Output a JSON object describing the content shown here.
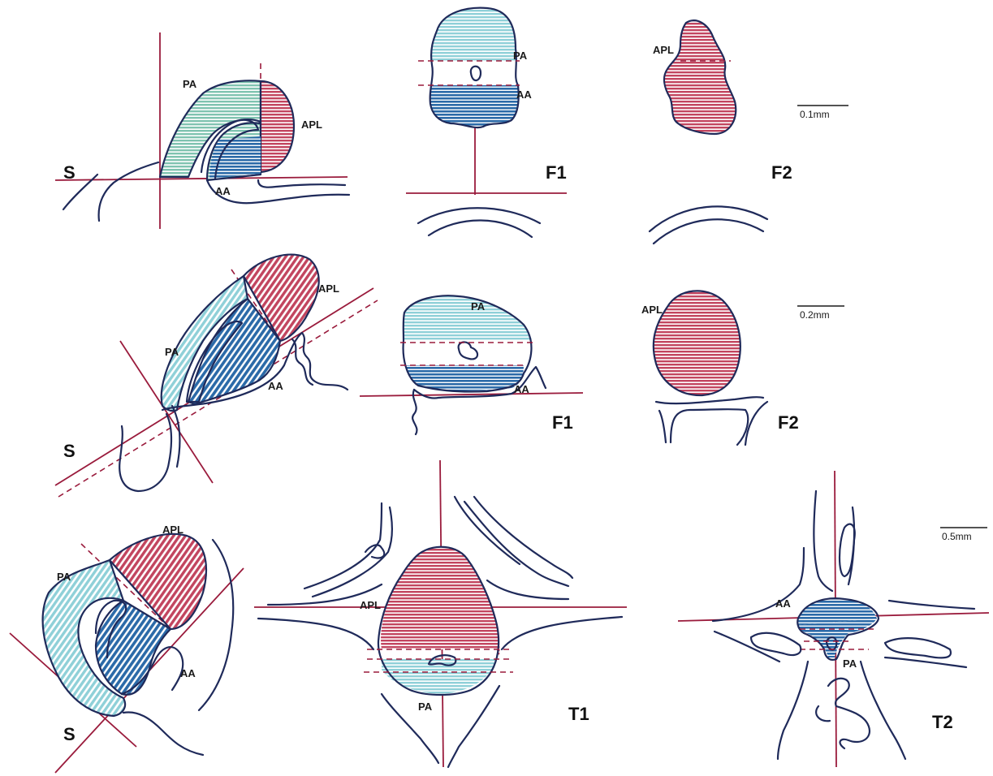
{
  "colors": {
    "apl": "#c2455f",
    "pa": "#8fd0d8",
    "aa": "#2b6aa8",
    "axis": "#9a1b3c",
    "outline": "#1f2a5a"
  },
  "row1": {
    "sagittal": {
      "view": "S",
      "pa": "PA",
      "apl": "APL",
      "aa": "AA"
    },
    "frontal1": {
      "view": "F1",
      "pa": "PA",
      "aa": "AA"
    },
    "frontal2": {
      "view": "F2",
      "apl": "APL"
    },
    "scale": "0.1mm"
  },
  "row2": {
    "sagittal": {
      "view": "S",
      "pa": "PA",
      "apl": "APL",
      "aa": "AA"
    },
    "frontal1": {
      "view": "F1",
      "pa": "PA",
      "aa": "AA"
    },
    "frontal2": {
      "view": "F2",
      "apl": "APL"
    },
    "scale": "0.2mm"
  },
  "row3": {
    "sagittal": {
      "view": "S",
      "pa": "PA",
      "apl": "APL",
      "aa": "AA"
    },
    "transverse1": {
      "view": "T1",
      "apl": "APL",
      "pa": "PA"
    },
    "transverse2": {
      "view": "T2",
      "aa": "AA",
      "pa": "PA"
    },
    "scale": "0.5mm"
  }
}
